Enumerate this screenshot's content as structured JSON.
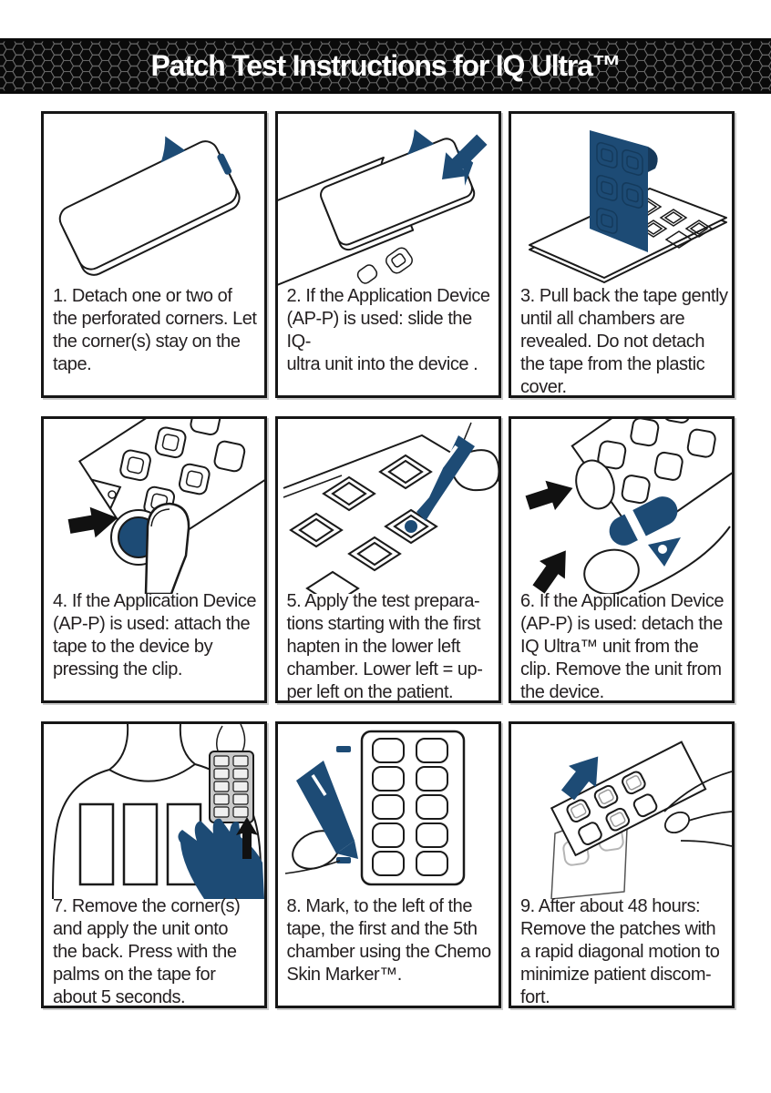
{
  "header": {
    "title": "Patch Test Instructions for IQ Ultra™"
  },
  "panels": [
    {
      "step": 1,
      "caption": "1. Detach one or two of\nthe perforated corners. Let\nthe corner(s) stay on the\ntape.",
      "illustration": "iq-ultra-patch-with-lifted-corner"
    },
    {
      "step": 2,
      "caption": "2. If the Application Device\n(AP-P) is used: slide the IQ-\nultra unit into the device .",
      "illustration": "patch-sliding-into-application-device"
    },
    {
      "step": 3,
      "caption": "3. Pull back the tape gently\nuntil all chambers are\nrevealed. Do not detach\nthe tape from the plastic\ncover.",
      "illustration": "tape-pulled-back-revealing-chambers"
    },
    {
      "step": 4,
      "caption": "4. If the Application Device\n(AP-P) is used: attach the\ntape to the device by\npressing the clip.",
      "illustration": "thumb-pressing-clip"
    },
    {
      "step": 5,
      "caption": "5. Apply the test prepara-\ntions starting with the first\nhapten in the lower left\nchamber.  Lower left = up-\nper left on the patient.",
      "illustration": "dropper-filling-chamber"
    },
    {
      "step": 6,
      "caption": "6. If the Application Device\n(AP-P) is used: detach the\nIQ Ultra™ unit from the\nclip. Remove the unit from\nthe device.",
      "illustration": "fingers-detaching-unit-from-clip"
    },
    {
      "step": 7,
      "caption": "7. Remove the corner(s)\nand apply the unit onto\nthe back. Press with the\npalms on the tape for\nabout 5 seconds.",
      "illustration": "applying-unit-to-back"
    },
    {
      "step": 8,
      "caption": "8. Mark, to the left of the\ntape, the first and the 5th\nchamber using the Chemo\nSkin Marker™.",
      "illustration": "marking-skin-with-pen"
    },
    {
      "step": 9,
      "caption": "9. After about 48 hours:\nRemove the patches with\na rapid diagonal motion to\nminimize patient discom-\nfort.",
      "illustration": "removing-patch-diagonally"
    }
  ],
  "colors": {
    "accent_navy": "#1d4b75",
    "line_art": "#1a1a1a",
    "caption_text": "#231f20",
    "header_background": "#0a0a0a",
    "hexagon_outline": "#6f6f6f"
  }
}
